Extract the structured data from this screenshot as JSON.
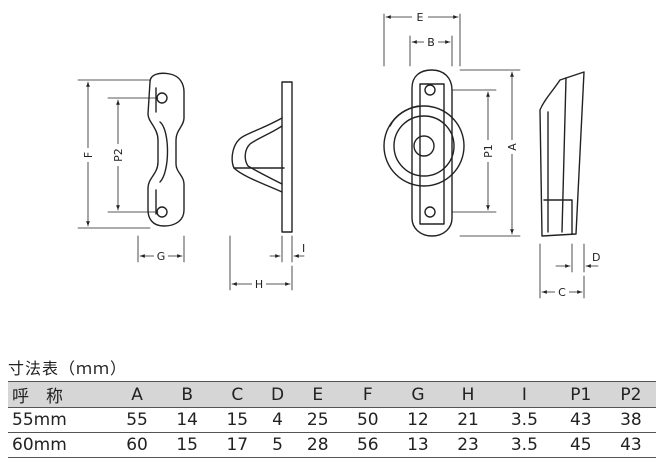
{
  "figure": {
    "labels": {
      "E": "E",
      "B": "B",
      "F": "F",
      "P2": "P2",
      "P1": "P1",
      "A": "A",
      "G": "G",
      "I": "I",
      "H": "H",
      "D": "D",
      "C": "C"
    }
  },
  "table": {
    "title": "寸法表（ｍｍ）",
    "headers": [
      "呼　称",
      "A",
      "B",
      "C",
      "D",
      "E",
      "F",
      "G",
      "H",
      "I",
      "P1",
      "P2"
    ],
    "rows": [
      [
        "55mm",
        "55",
        "14",
        "15",
        "4",
        "25",
        "50",
        "12",
        "21",
        "3.5",
        "43",
        "38"
      ],
      [
        "60mm",
        "60",
        "15",
        "17",
        "5",
        "28",
        "56",
        "13",
        "23",
        "3.5",
        "45",
        "43"
      ]
    ]
  }
}
